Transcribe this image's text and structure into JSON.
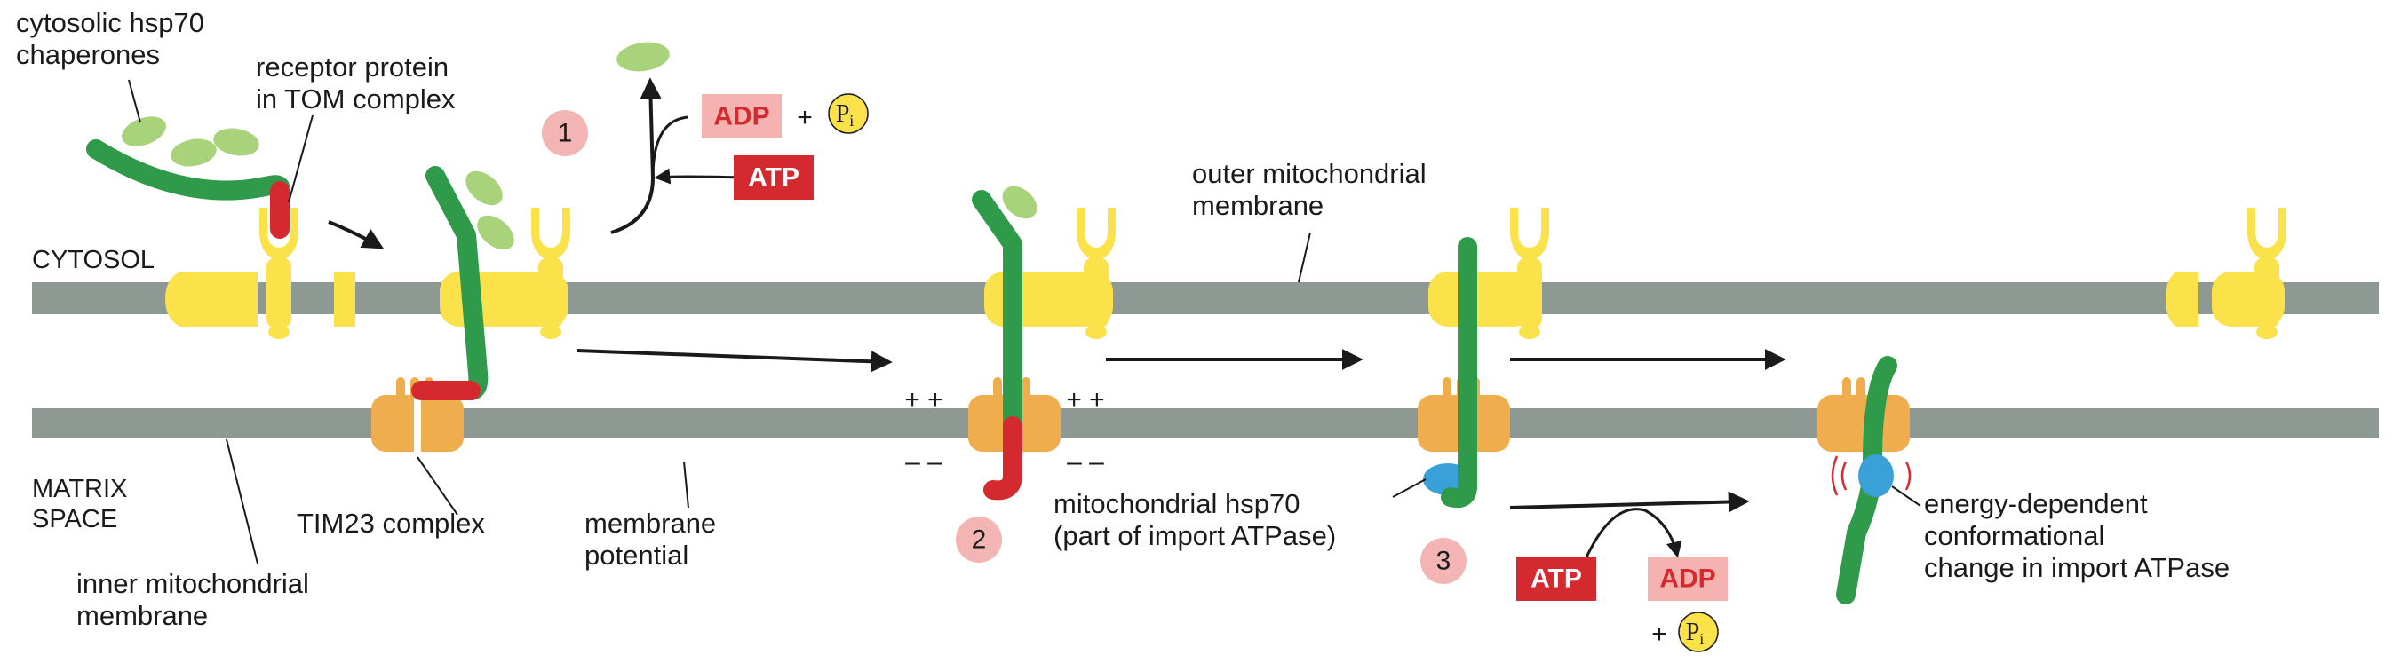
{
  "labels": {
    "cytosolic_hsp70_line1": "cytosolic hsp70",
    "cytosolic_hsp70_line2": "chaperones",
    "receptor_line1": "receptor protein",
    "receptor_line2": "in TOM complex",
    "cytosol": "CYTOSOL",
    "matrix_line1": "MATRIX",
    "matrix_line2": "SPACE",
    "tim23": "TIM23 complex",
    "membrane_potential_line1": "membrane",
    "membrane_potential_line2": "potential",
    "inner_membrane_line1": "inner mitochondrial",
    "inner_membrane_line2": "membrane",
    "outer_membrane_line1": "outer mitochondrial",
    "outer_membrane_line2": "membrane",
    "mito_hsp70_line1": "mitochondrial hsp70",
    "mito_hsp70_line2": "(part of import ATPase)",
    "energy_line1": "energy-dependent",
    "energy_line2": "conformational",
    "energy_line3": "change in import ATPase"
  },
  "steps": [
    "1",
    "2",
    "3"
  ],
  "reactions": {
    "adp": "ADP",
    "atp": "ATP",
    "plus": "+",
    "pi_letter": "P",
    "pi_sub": "i"
  },
  "charges": {
    "positive": "+ +",
    "negative": "– –"
  },
  "colors": {
    "membrane": "#8f9994",
    "tom_yellow": "#fbe14a",
    "tim_orange": "#f0ad4e",
    "chain_green": "#2e9a4a",
    "signal_red": "#d42a2f",
    "chaperone_light_green": "#a9d37a",
    "hsp70_blue": "#3aa0d8",
    "atp_red": "#d42a2f",
    "adp_pink": "#f4b3b0",
    "step_circle_pink": "#f3b5b4",
    "pi_circle_yellow": "#fbe14a"
  }
}
